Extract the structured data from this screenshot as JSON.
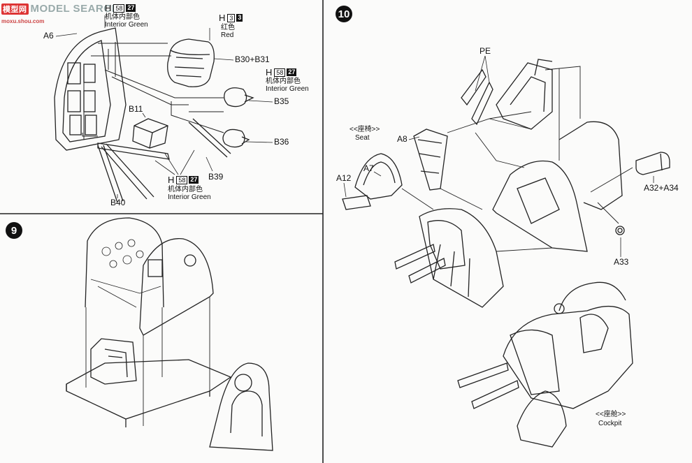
{
  "watermark": {
    "logo": "模型网",
    "text": "MODEL SEARCH",
    "url": "moxu.shou.com"
  },
  "steps": [
    {
      "number": "9"
    },
    {
      "number": "10"
    }
  ],
  "paint_codes": {
    "h58_27": {
      "prefix": "H",
      "box": "58",
      "dark": "27",
      "cn": "机体内部色",
      "en": "Interior Green"
    },
    "h3_3": {
      "prefix": "H",
      "box": "3",
      "dark": "3",
      "cn": "红色",
      "en": "Red"
    }
  },
  "parts": {
    "A6": "A6",
    "B30_B31": "B30+B31",
    "B35": "B35",
    "B11": "B11",
    "B36": "B36",
    "B39": "B39",
    "B40": "B40",
    "PE": "PE",
    "A8": "A8",
    "A7": "A7",
    "A12": "A12",
    "A32_A34": "A32+A34",
    "A33": "A33"
  },
  "captions": {
    "seat_cn": "<<座椅>>",
    "seat_en": "Seat",
    "cockpit_cn": "<<座舱>>",
    "cockpit_en": "Cockpit"
  }
}
